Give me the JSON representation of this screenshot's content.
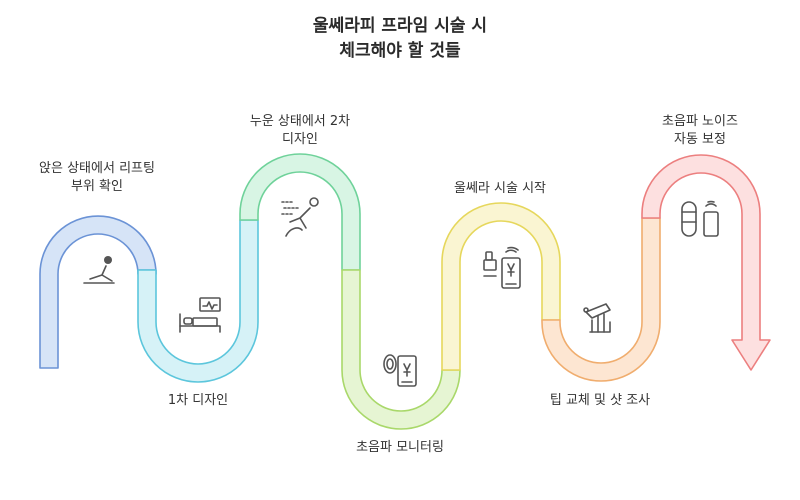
{
  "title": {
    "line1": "울쎄라피 프라임 시술 시",
    "line2": "체크해야 할 것들"
  },
  "colors": {
    "blue": "#6b93d6",
    "blue_fill": "#d6e4f7",
    "cyan": "#5cc6dc",
    "cyan_fill": "#d6f2f7",
    "green": "#6fd29a",
    "green_fill": "#d8f5e4",
    "lime": "#a9d86a",
    "lime_fill": "#e6f5d3",
    "yellow": "#e6d75c",
    "yellow_fill": "#faf5d2",
    "orange": "#f0ad6e",
    "orange_fill": "#fde6d2",
    "red": "#ec7f7f",
    "red_fill": "#fde0e0"
  },
  "steps": [
    {
      "label_lines": [
        "앉은 상태에서 리프팅",
        "부위 확인"
      ],
      "icon": "person-sitting-icon"
    },
    {
      "label_lines": [
        "1차 디자인"
      ],
      "icon": "patient-bed-monitor-icon"
    },
    {
      "label_lines": [
        "누운 상태에서 2차",
        "디자인"
      ],
      "icon": "reclining-person-icon"
    },
    {
      "label_lines": [
        "초음파 모니터링"
      ],
      "icon": "ultrasound-phone-icon"
    },
    {
      "label_lines": [
        "울쎄라 시술 시작"
      ],
      "icon": "ultherapy-device-icon"
    },
    {
      "label_lines": [
        "팁 교체 및 샷 조사"
      ],
      "icon": "hand-tip-icon"
    },
    {
      "label_lines": [
        "초음파 노이즈",
        "자동 보정"
      ],
      "icon": "noise-correction-icon"
    }
  ]
}
